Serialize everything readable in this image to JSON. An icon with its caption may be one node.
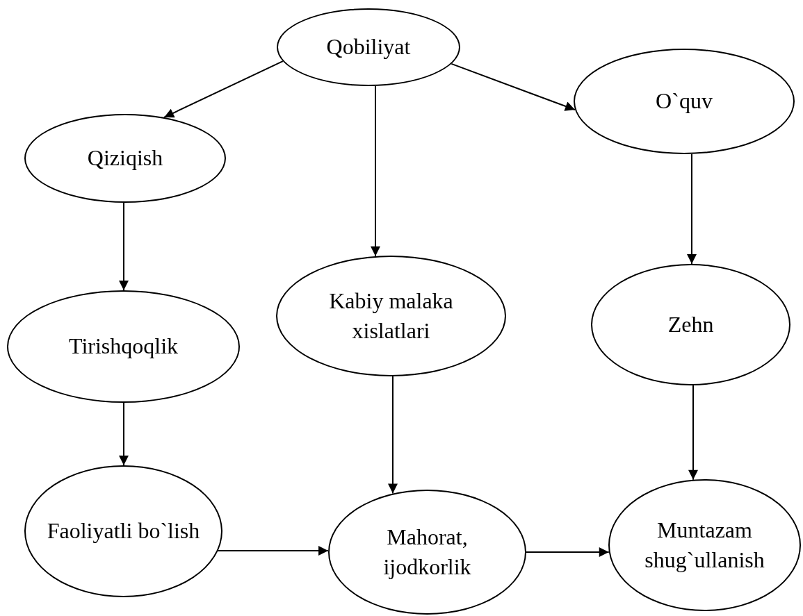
{
  "diagram": {
    "nodes": [
      {
        "text": [
          "Qobiliyat"
        ]
      },
      {
        "text": [
          "Qiziqish"
        ]
      },
      {
        "text": [
          "O`quv"
        ]
      },
      {
        "text": [
          "Tirishqoqlik"
        ]
      },
      {
        "text": [
          "Kabiy malaka xislatlari"
        ]
      },
      {
        "text": [
          "Zehn"
        ]
      },
      {
        "text": [
          "Faoliyatli bo`lish"
        ]
      },
      {
        "text": [
          "Mahorat, ijodkorlik"
        ]
      },
      {
        "text": [
          "Muntazam shug`ullanish"
        ]
      }
    ],
    "edges": [
      {
        "from": 0,
        "to": 1,
        "arrow": "to"
      },
      {
        "from": 0,
        "to": 4,
        "arrow": "to"
      },
      {
        "from": 0,
        "to": 2,
        "arrow": "to"
      },
      {
        "from": 1,
        "to": 3,
        "arrow": "to"
      },
      {
        "from": 2,
        "to": 5,
        "arrow": "to"
      },
      {
        "from": 3,
        "to": 6,
        "arrow": "to"
      },
      {
        "from": 4,
        "to": 7,
        "arrow": "to"
      },
      {
        "from": 5,
        "to": 8,
        "arrow": "to"
      },
      {
        "from": 6,
        "to": 7,
        "arrow": "to"
      },
      {
        "from": 7,
        "to": 8,
        "arrow": "to"
      }
    ]
  }
}
